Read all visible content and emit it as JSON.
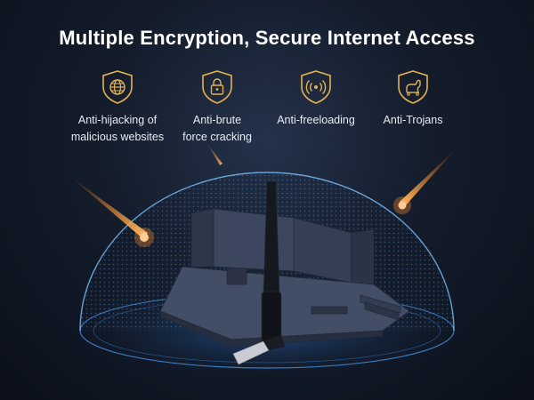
{
  "title": "Multiple Encryption, Secure Internet Access",
  "features": [
    {
      "icon": "globe-icon",
      "label": "Anti-hijacking of\nmalicious websites"
    },
    {
      "icon": "padlock-icon",
      "label": "Anti-brute\nforce cracking"
    },
    {
      "icon": "wifi-signal-icon",
      "label": "Anti-freeloading"
    },
    {
      "icon": "trojan-horse-icon",
      "label": "Anti-Trojans"
    }
  ],
  "colors": {
    "accent": "#e3b24f",
    "dome": "#5ab0ff",
    "meteor": "#ff8a2a"
  }
}
